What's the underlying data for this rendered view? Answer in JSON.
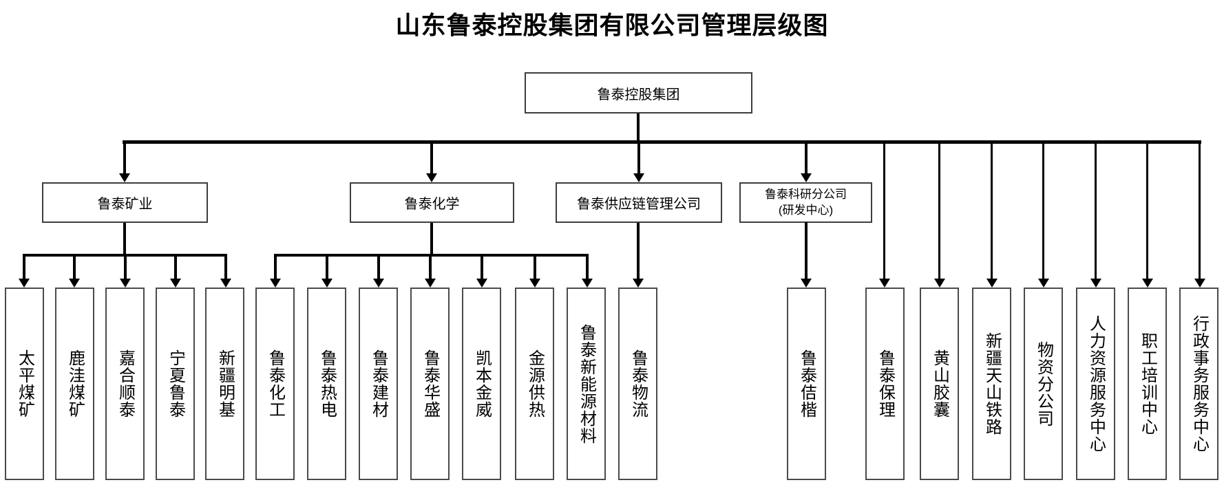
{
  "title": "山东鲁泰控股集团有限公司管理层级图",
  "org": {
    "root": {
      "label": "鲁泰控股集团"
    },
    "level2": [
      {
        "label": "鲁泰矿业",
        "parent": "鲁泰控股集团"
      },
      {
        "label": "鲁泰化学",
        "parent": "鲁泰控股集团"
      },
      {
        "label": "鲁泰供应链管理公司",
        "parent": "鲁泰控股集团"
      },
      {
        "label_line1": "鲁泰科研分公司",
        "label_line2": "(研发中心)",
        "parent": "鲁泰控股集团"
      }
    ],
    "leaves": [
      {
        "label": "太平煤矿",
        "parent": "鲁泰矿业"
      },
      {
        "label": "鹿洼煤矿",
        "parent": "鲁泰矿业"
      },
      {
        "label": "嘉合顺泰",
        "parent": "鲁泰矿业"
      },
      {
        "label": "宁夏鲁泰",
        "parent": "鲁泰矿业"
      },
      {
        "label": "新疆明基",
        "parent": "鲁泰矿业"
      },
      {
        "label": "鲁泰化工",
        "parent": "鲁泰化学"
      },
      {
        "label": "鲁泰热电",
        "parent": "鲁泰化学"
      },
      {
        "label": "鲁泰建材",
        "parent": "鲁泰化学"
      },
      {
        "label": "鲁泰华盛",
        "parent": "鲁泰化学"
      },
      {
        "label": "凯本金威",
        "parent": "鲁泰化学"
      },
      {
        "label": "金源供热",
        "parent": "鲁泰化学"
      },
      {
        "label": "鲁泰新能源材料",
        "parent": "鲁泰化学"
      },
      {
        "label": "鲁泰物流",
        "parent": "鲁泰供应链管理公司"
      },
      {
        "label": "鲁泰佶楷",
        "parent": "鲁泰科研分公司(研发中心)"
      },
      {
        "label": "鲁泰保理",
        "parent": "鲁泰控股集团"
      },
      {
        "label": "黄山胶囊",
        "parent": "鲁泰控股集团"
      },
      {
        "label": "新疆天山铁路",
        "parent": "鲁泰控股集团"
      },
      {
        "label": "物资分公司",
        "parent": "鲁泰控股集团"
      },
      {
        "label": "人力资源服务中心",
        "parent": "鲁泰控股集团"
      },
      {
        "label": "职工培训中心",
        "parent": "鲁泰控股集团"
      },
      {
        "label": "行政事务服务中心",
        "parent": "鲁泰控股集团"
      }
    ]
  }
}
